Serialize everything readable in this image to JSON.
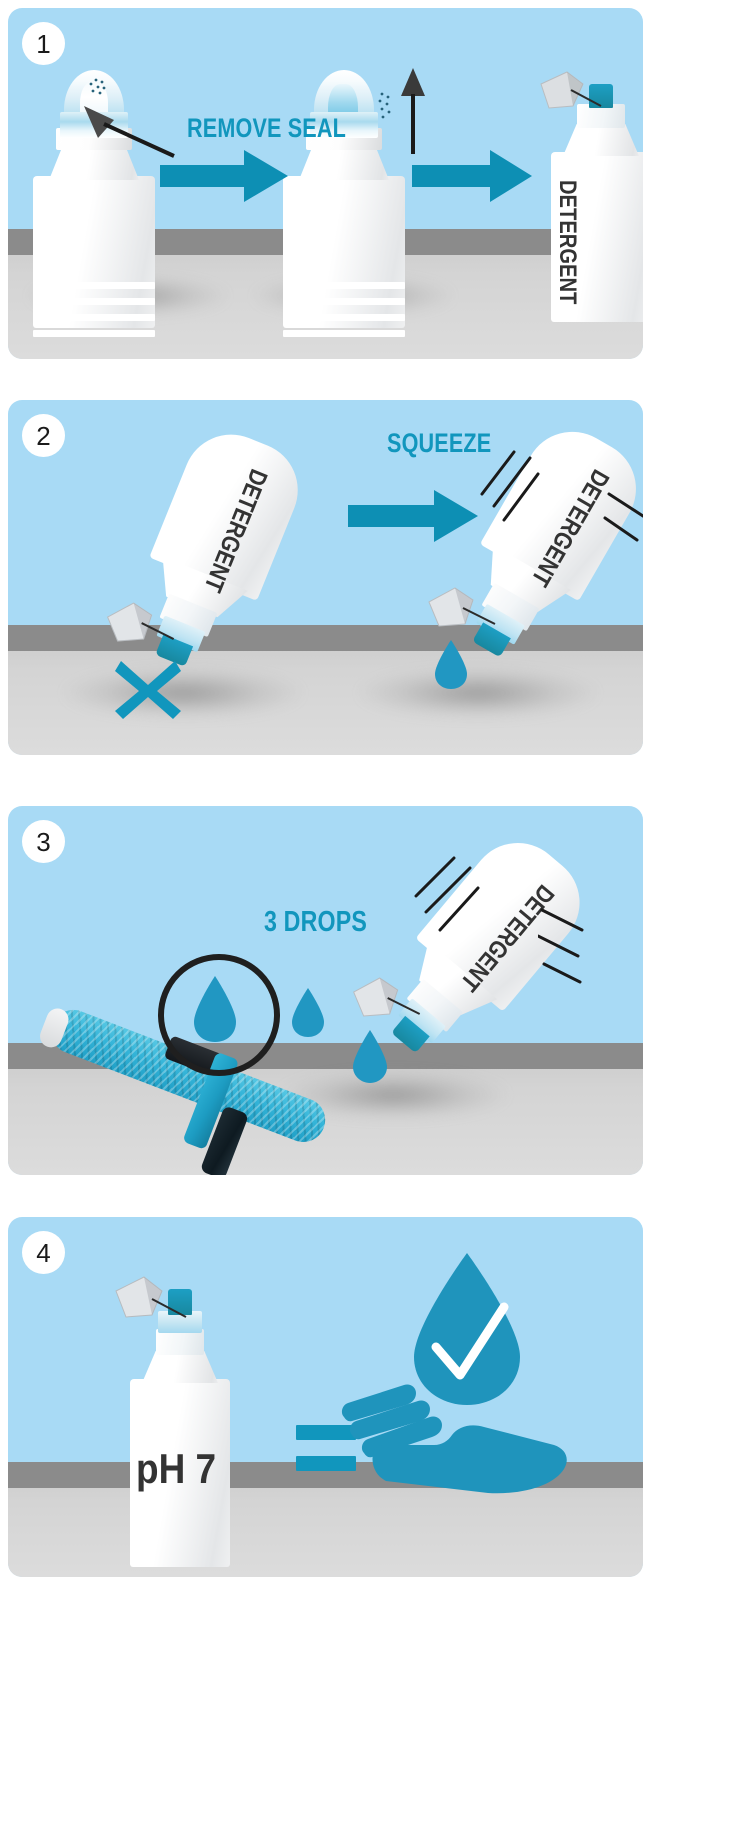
{
  "document": {
    "type": "instructional-diagram",
    "title": "Detergent usage instructions",
    "step_count": 4,
    "background_color": "#ffffff"
  },
  "colors": {
    "panel_background": "#a8daf5",
    "accent_teal": "#1196bd",
    "arrow_teal": "#0d8fb4",
    "ground_dark": "#8b8b8b",
    "ground_light": "#d4d4d4",
    "text_dark": "#333333",
    "badge_background": "#ffffff",
    "drop_blue": "#2197c2",
    "squeegee_blue": "#31b6da"
  },
  "panels": [
    {
      "number": "1",
      "badge_name": "step-1-badge",
      "label": "REMOVE SEAL",
      "objects": [
        {
          "name": "bottle-sealed",
          "icon": "bottle-icon",
          "state": "sealed"
        },
        {
          "name": "pointer-arrow-icon",
          "icon": "arrow-pointer-icon"
        },
        {
          "name": "progress-arrow-1",
          "icon": "arrow-right-icon"
        },
        {
          "name": "bottle-seal-lifting",
          "icon": "bottle-icon",
          "state": "seal-lifting"
        },
        {
          "name": "up-arrow-icon",
          "icon": "arrow-up-icon"
        },
        {
          "name": "progress-arrow-2",
          "icon": "arrow-right-icon"
        },
        {
          "name": "bottle-detergent-open",
          "icon": "bottle-icon",
          "label": "DETERGENT"
        }
      ]
    },
    {
      "number": "2",
      "badge_name": "step-2-badge",
      "label": "SQUEEZE",
      "objects": [
        {
          "name": "bottle-tilted-no-drop",
          "icon": "bottle-icon",
          "label": "DETERGENT"
        },
        {
          "name": "cross-mark-icon",
          "icon": "x-mark-icon"
        },
        {
          "name": "progress-arrow-1",
          "icon": "arrow-right-icon"
        },
        {
          "name": "bottle-tilted-squeezed",
          "icon": "bottle-icon",
          "label": "DETERGENT"
        },
        {
          "name": "motion-lines-icon",
          "icon": "motion-lines-icon"
        },
        {
          "name": "water-drop-icon",
          "icon": "water-drop-icon"
        }
      ]
    },
    {
      "number": "3",
      "badge_name": "step-3-badge",
      "label": "3 DROPS",
      "drop_count": 3,
      "objects": [
        {
          "name": "squeegee-tool",
          "icon": "squeegee-icon"
        },
        {
          "name": "highlight-circle",
          "icon": "circle-highlight-icon"
        },
        {
          "name": "bottle-tilted-squeezed",
          "icon": "bottle-icon",
          "label": "DETERGENT"
        },
        {
          "name": "motion-lines-icon",
          "icon": "motion-lines-icon"
        },
        {
          "name": "water-drop-icon",
          "icon": "water-drop-icon"
        }
      ]
    },
    {
      "number": "4",
      "badge_name": "step-4-badge",
      "label": "",
      "bottle_label": "pH 7",
      "objects": [
        {
          "name": "bottle-ph7",
          "icon": "bottle-icon",
          "label": "pH 7"
        },
        {
          "name": "equals-sign-icon",
          "icon": "equals-icon"
        },
        {
          "name": "hand-icon",
          "icon": "open-hand-icon"
        },
        {
          "name": "drop-check-icon",
          "icon": "water-drop-check-icon"
        }
      ]
    }
  ],
  "panel1": {
    "badge": "1",
    "callout": "REMOVE SEAL",
    "bottle3_label": "DETERGENT"
  },
  "panel2": {
    "badge": "2",
    "callout": "SQUEEZE",
    "bottle_label_a": "DETERGENT",
    "bottle_label_b": "DETERGENT"
  },
  "panel3": {
    "badge": "3",
    "callout": "3 DROPS",
    "bottle_label": "DETERGENT"
  },
  "panel4": {
    "badge": "4",
    "bottle_label": "pH 7"
  }
}
